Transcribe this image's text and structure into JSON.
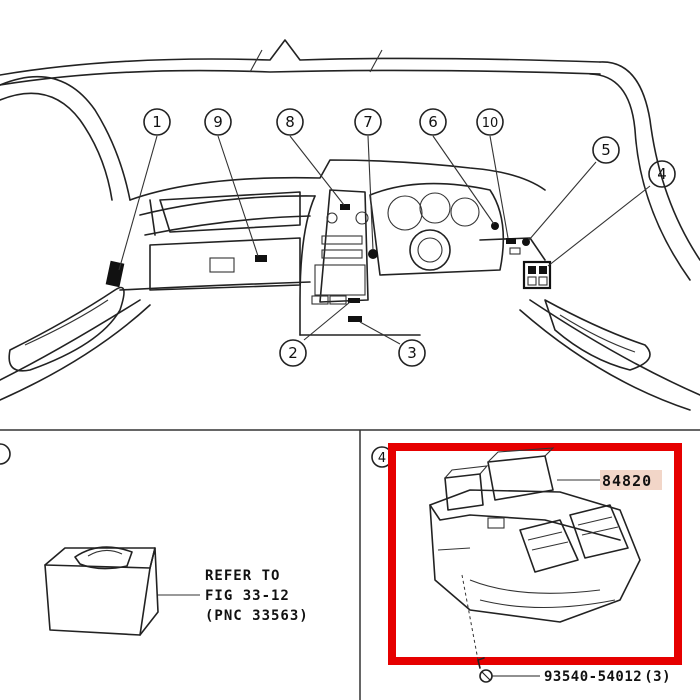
{
  "callouts": [
    {
      "label": "1"
    },
    {
      "label": "9"
    },
    {
      "label": "8"
    },
    {
      "label": "7"
    },
    {
      "label": "6"
    },
    {
      "label": "10"
    },
    {
      "label": "5"
    },
    {
      "label": "4"
    },
    {
      "label": "2"
    },
    {
      "label": "3"
    }
  ],
  "bottom_left": {
    "panel_marker": "",
    "refer_lines": [
      "REFER TO",
      "FIG 33-12",
      "(PNC 33563)"
    ]
  },
  "bottom_right": {
    "panel_marker": "4",
    "part_number": "84820",
    "screw_part": "93540-54012",
    "screw_qty": "(3)"
  },
  "colors": {
    "line": "#222222",
    "highlight": "#e60000",
    "part_number_bg": "#f2d6c8"
  },
  "icons": [
    "screw-icon",
    "master-window-switch-icon",
    "switch-unit-icon"
  ]
}
